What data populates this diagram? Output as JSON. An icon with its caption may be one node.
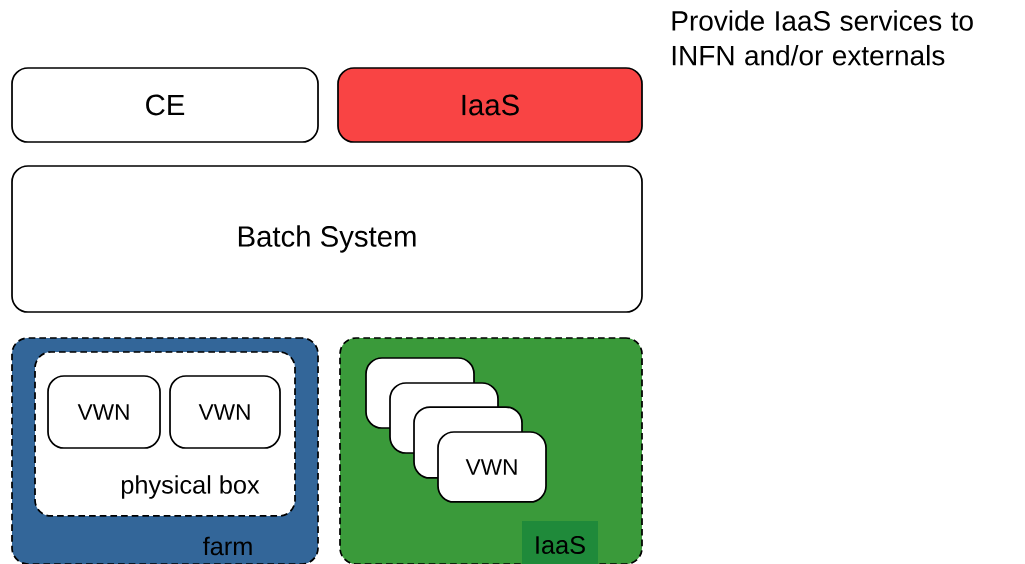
{
  "diagram": {
    "nodes": [
      {
        "text": [
          "CE"
        ]
      },
      {
        "text": [
          "IaaS"
        ]
      },
      {
        "text": [
          "Batch System"
        ]
      },
      {
        "text": [
          "farm"
        ]
      },
      {
        "text": [
          "physical box"
        ],
        "in": 3
      },
      {
        "text": [
          "VWN"
        ],
        "in": 4
      },
      {
        "text": [
          "VWN"
        ],
        "in": 4
      },
      {
        "text": [
          "IaaS"
        ]
      },
      {
        "text": [],
        "shape": "box",
        "in": 7
      },
      {
        "text": [],
        "shape": "box",
        "in": 7
      },
      {
        "text": [],
        "shape": "box",
        "in": 7
      },
      {
        "text": [
          "VWN"
        ],
        "in": 7
      }
    ],
    "edges": [],
    "labels": [
      "Provide IaaS services to INFN and/or externals"
    ]
  }
}
